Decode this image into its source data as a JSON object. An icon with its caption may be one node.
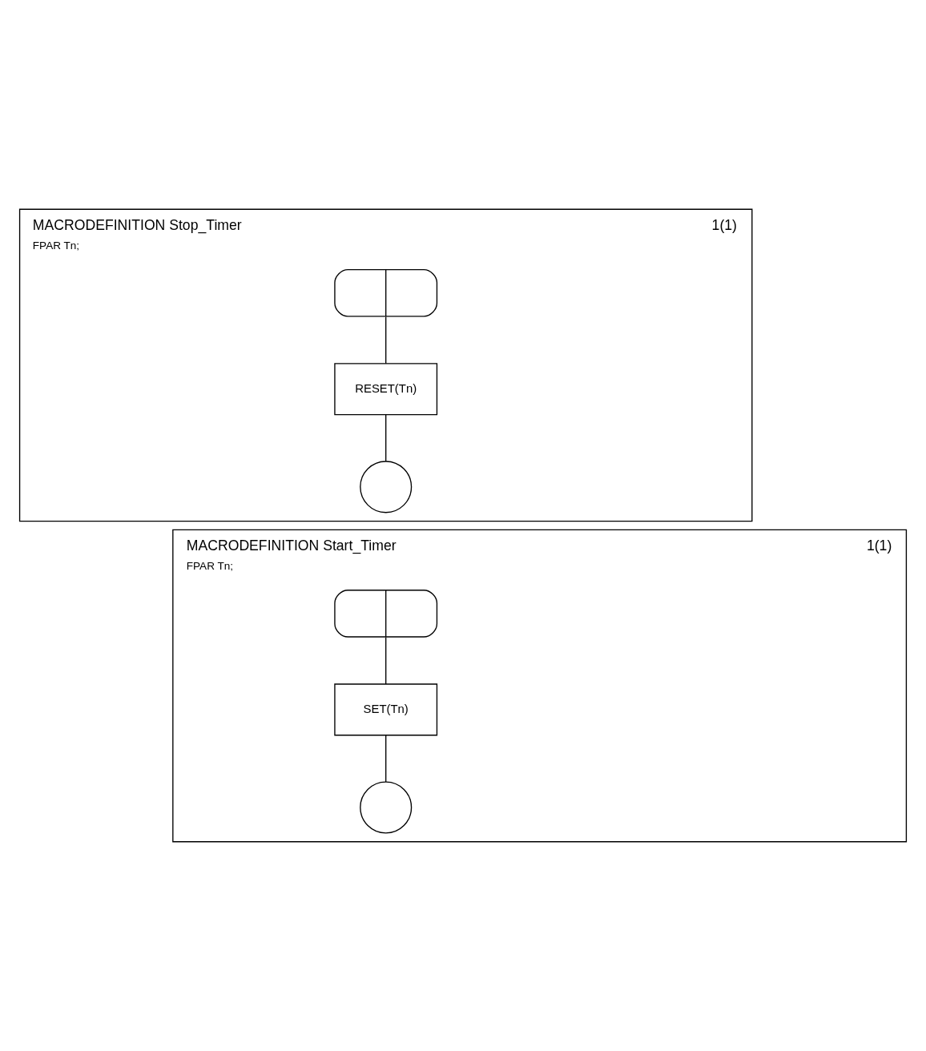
{
  "diagram": {
    "nodes": [
      {
        "text": [
          "MACRODEFINITION Stop_Timer",
          "1(1)",
          "FPAR Tn;"
        ]
      },
      {
        "text": [],
        "shape": "stadium",
        "in": 0
      },
      {
        "text": [
          "RESET(Tn)"
        ],
        "in": 0
      },
      {
        "text": [],
        "shape": "circle",
        "in": 0
      },
      {
        "text": [
          "MACRODEFINITION Start_Timer",
          "1(1)",
          "FPAR Tn;"
        ]
      },
      {
        "text": [],
        "shape": "stadium",
        "in": 4
      },
      {
        "text": [
          "SET(Tn)"
        ],
        "in": 4
      },
      {
        "text": [],
        "shape": "circle",
        "in": 4
      }
    ],
    "edges": [
      {
        "from": 1,
        "to": 2,
        "arrow": "none"
      },
      {
        "from": 2,
        "to": 3,
        "arrow": "none"
      },
      {
        "from": 5,
        "to": 6,
        "arrow": "none"
      },
      {
        "from": 6,
        "to": 7,
        "arrow": "none"
      }
    ]
  }
}
